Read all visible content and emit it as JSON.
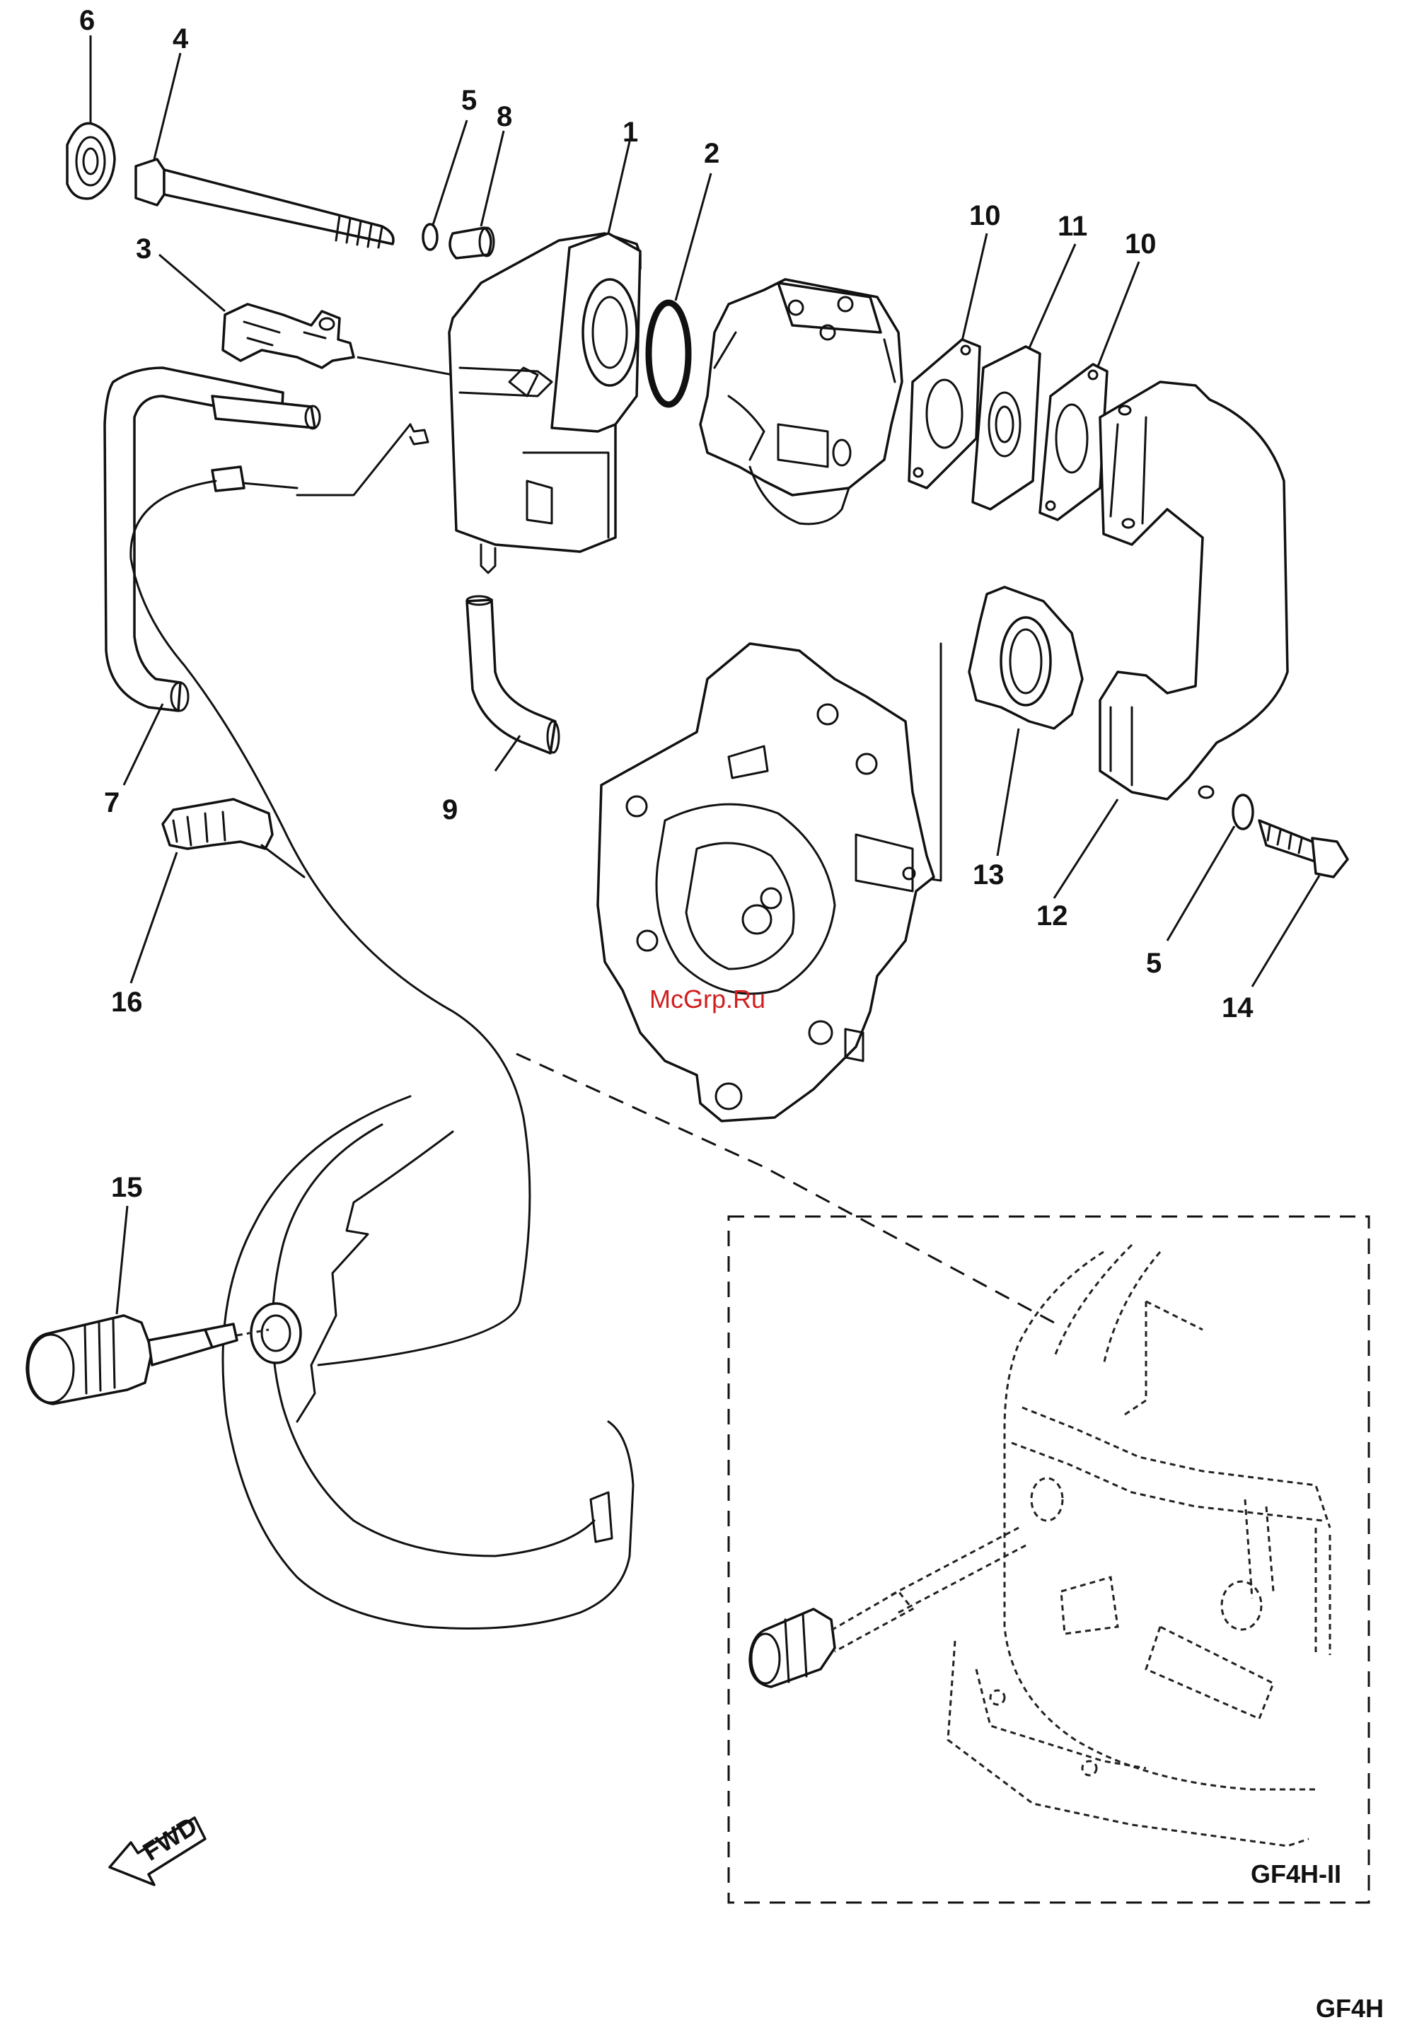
{
  "callouts": {
    "c1": "1",
    "c2": "2",
    "c3": "3",
    "c4": "4",
    "c5a": "5",
    "c5b": "5",
    "c6": "6",
    "c7": "7",
    "c8": "8",
    "c9": "9",
    "c10a": "10",
    "c10b": "10",
    "c11": "11",
    "c12": "12",
    "c13": "13",
    "c14": "14",
    "c15": "15",
    "c16": "16"
  },
  "labels": {
    "inset_model": "GF4H-II",
    "page_model": "GF4H",
    "fwd": "FWD",
    "watermark": "McGrp.Ru"
  },
  "icons": {
    "direction": "fwd-arrow-icon"
  },
  "colors": {
    "line": "#111111",
    "watermark": "#d21e1e",
    "background": "#ffffff"
  }
}
